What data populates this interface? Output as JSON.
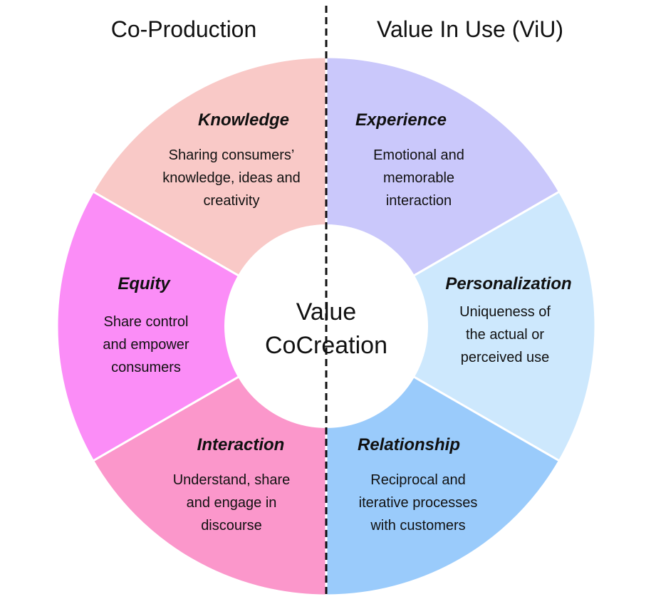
{
  "headers": {
    "left": "Co-Production",
    "right": "Value In Use (ViU)"
  },
  "center": {
    "line1": "Value",
    "line2": "CoCreation"
  },
  "segments": [
    {
      "key": "knowledge",
      "color": "#F9C9C7",
      "title": "Knowledge",
      "lines": [
        "Sharing consumers’",
        "knowledge, ideas and",
        "creativity"
      ]
    },
    {
      "key": "experience",
      "color": "#CAC8FB",
      "title": "Experience",
      "lines": [
        "Emotional and",
        "memorable",
        "interaction"
      ]
    },
    {
      "key": "personalization",
      "color": "#CDE8FD",
      "title": "Personalization",
      "lines": [
        "Uniqueness of",
        "the actual or",
        "perceived use"
      ]
    },
    {
      "key": "relationship",
      "color": "#9ACBFB",
      "title": "Relationship",
      "lines": [
        "Reciprocal and",
        "iterative processes",
        "with customers"
      ]
    },
    {
      "key": "interaction",
      "color": "#FB97CB",
      "title": "Interaction",
      "lines": [
        "Understand, share",
        "and engage in",
        "discourse"
      ]
    },
    {
      "key": "equity",
      "color": "#FB8DF7",
      "title": "Equity",
      "lines": [
        "Share control",
        "and empower",
        "consumers"
      ]
    }
  ]
}
